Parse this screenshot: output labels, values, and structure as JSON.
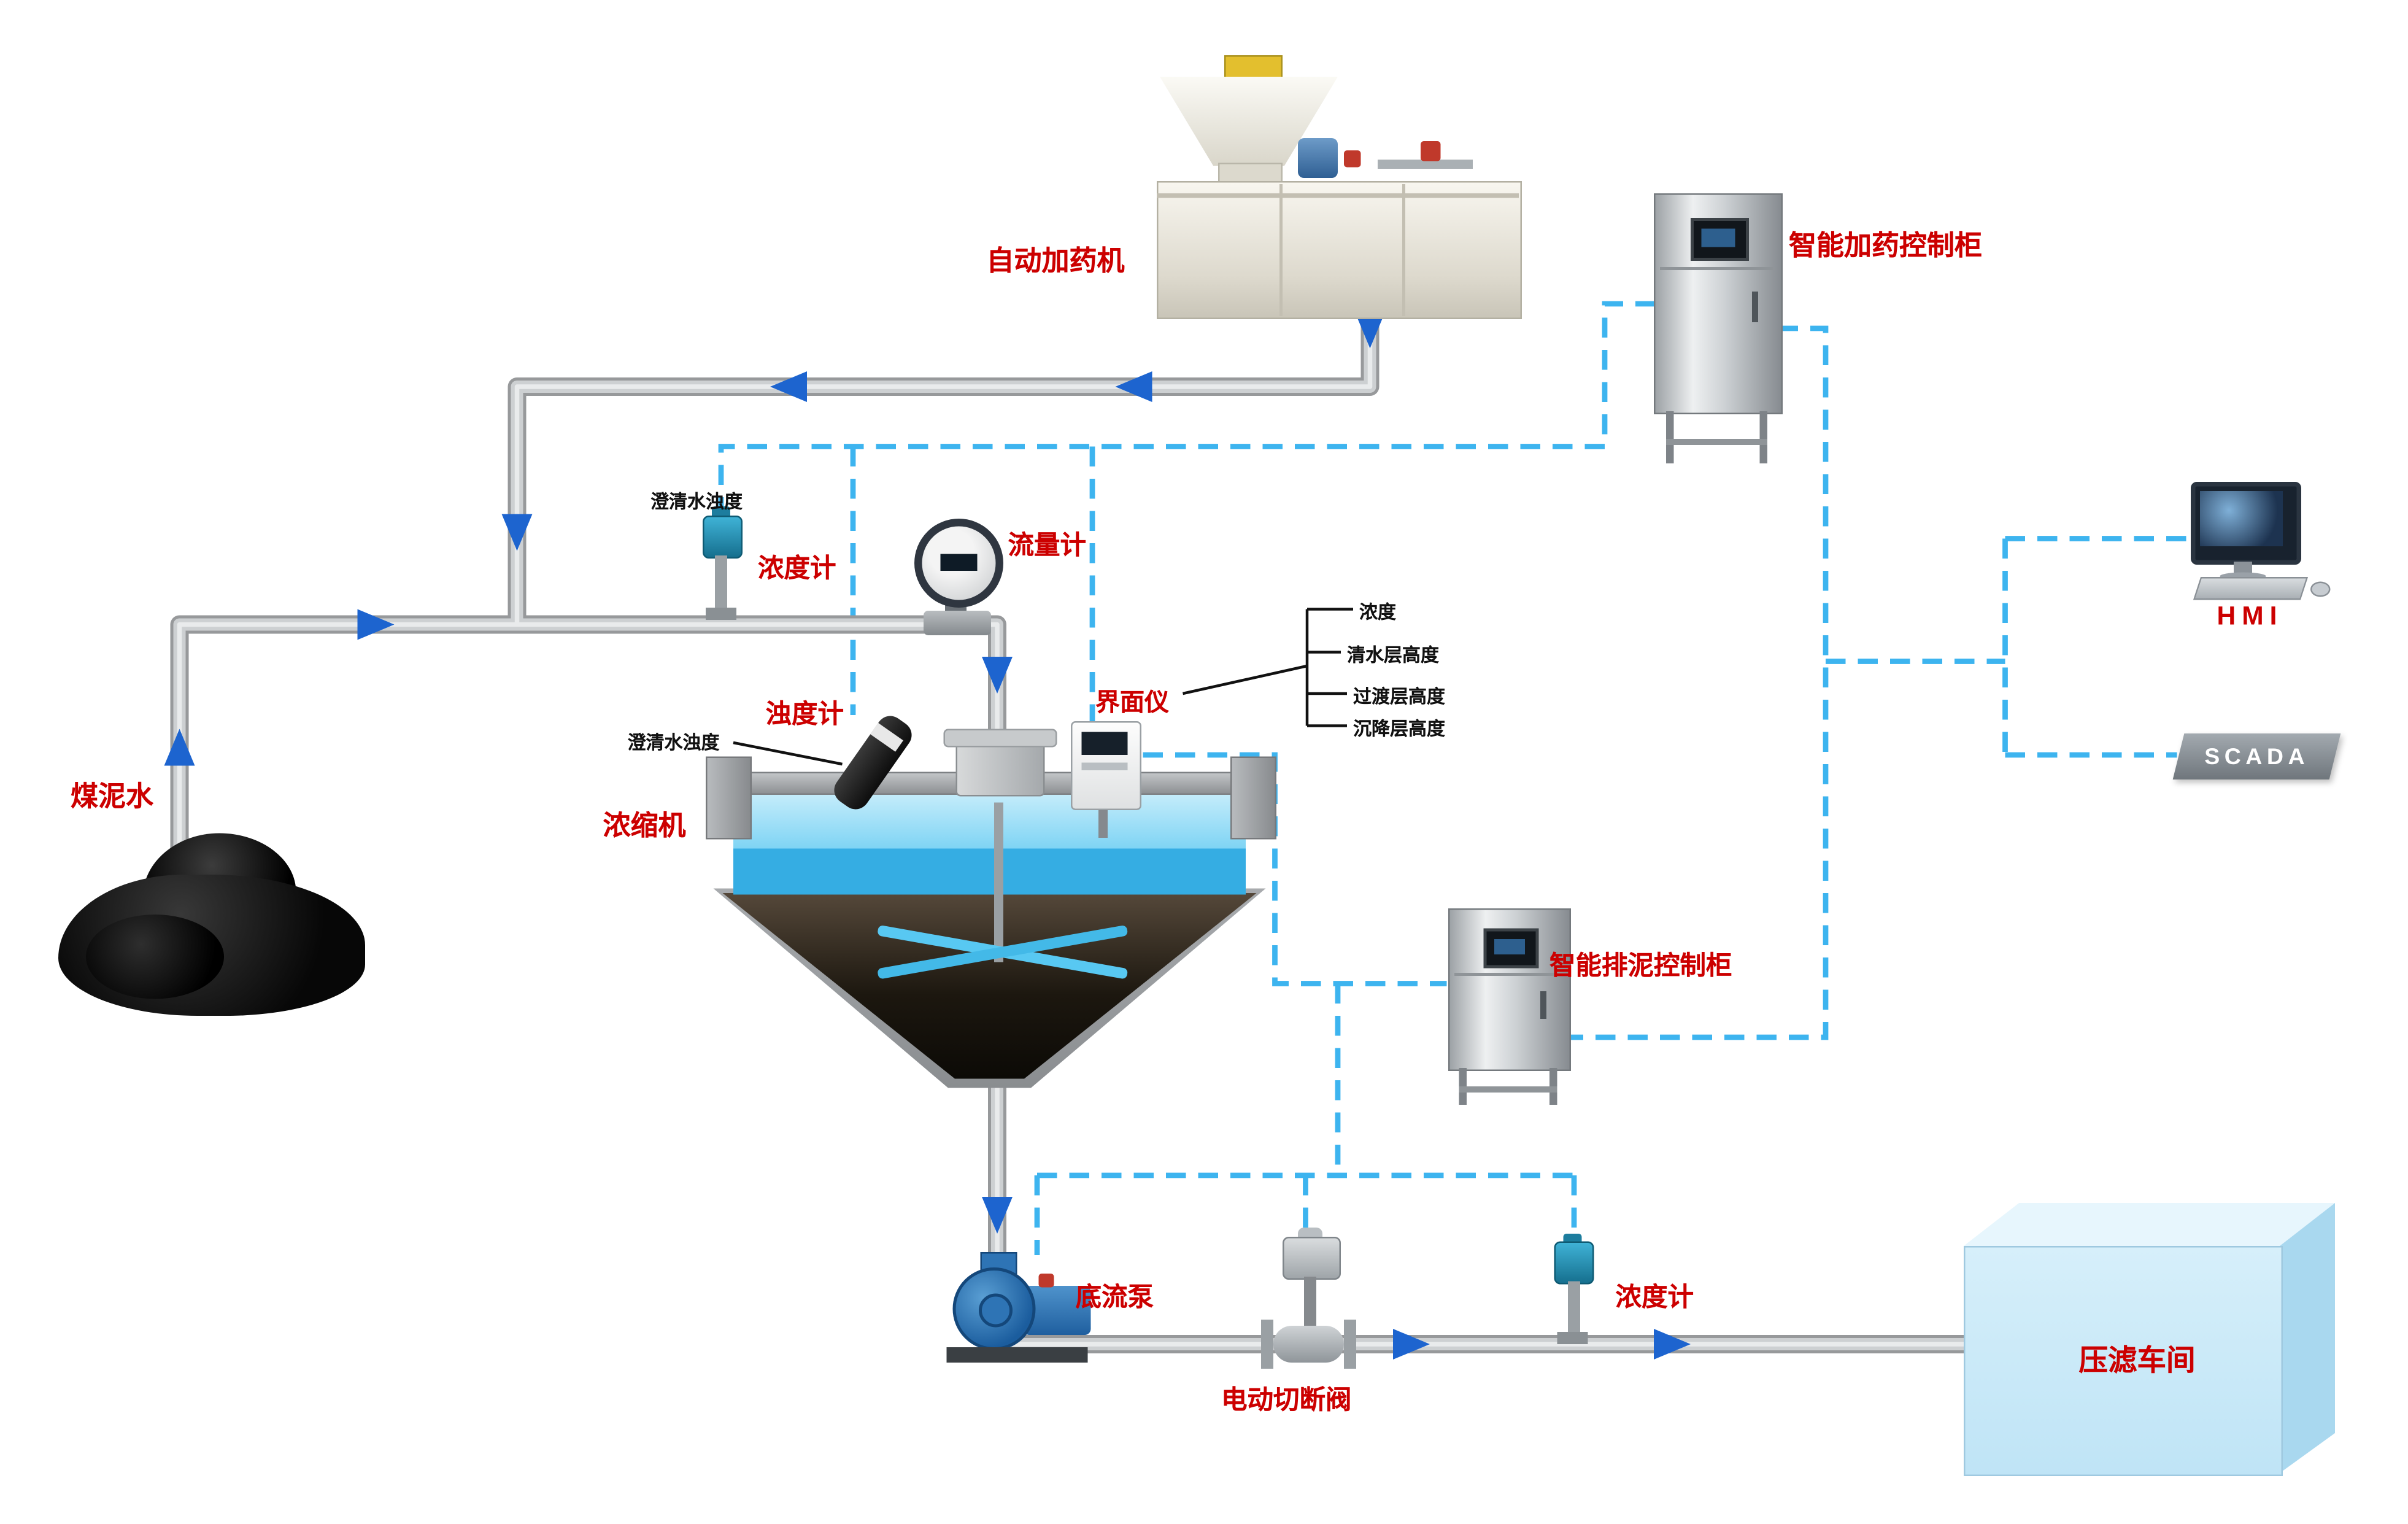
{
  "labels": {
    "dosing_machine": "自动加药机",
    "dosing_control_cabinet": "智能加药控制柜",
    "hmi": "HMI",
    "scada": "SCADA",
    "coal_slurry_water": "煤泥水",
    "densitometer_feed": "浓度计",
    "clarified_water_turbidity_feed": "澄清水浊度",
    "flow_meter": "流量计",
    "turbidity_meter": "浊度计",
    "clarified_water_turbidity_tank": "澄清水浊度",
    "thickener": "浓缩机",
    "interface_meter": "界面仪",
    "interface_readings": [
      "浓度",
      "清水层高度",
      "过渡层高度",
      "沉降层高度"
    ],
    "sludge_control_cabinet": "智能排泥控制柜",
    "underflow_pump": "底流泵",
    "electric_shutoff_valve": "电动切断阀",
    "densitometer_underflow": "浓度计",
    "filter_press_workshop": "压滤车间"
  },
  "colors": {
    "label_red": "#cc0000",
    "annotation_black": "#111111",
    "signal_dashed_blue": "#3db4ef",
    "flow_arrow_blue": "#1d64cf",
    "pipe_gray": "#cdd0d2",
    "water_light_blue": "#7fd4f4",
    "water_blue": "#35ade3",
    "sludge_dark": "#1c170f",
    "filter_press_box_blue": "#cfeaf8",
    "cabinet_steel": "#cdd1d4"
  }
}
